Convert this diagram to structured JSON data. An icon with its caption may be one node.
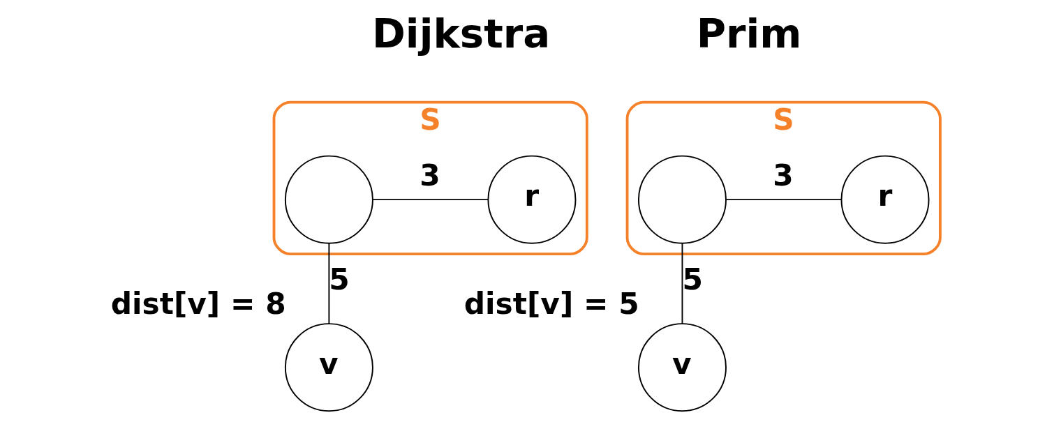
{
  "diagram": {
    "nodes": [
      {
        "text": [
          "S"
        ]
      },
      {
        "text": [],
        "shape": "circle",
        "in": 0
      },
      {
        "text": [
          "r"
        ],
        "in": 0
      },
      {
        "text": [
          "v"
        ],
        "beside": [
          "dist[v] = 8"
        ]
      },
      {
        "text": [
          "S"
        ]
      },
      {
        "text": [],
        "shape": "circle",
        "in": 4
      },
      {
        "text": [
          "r"
        ],
        "in": 4
      },
      {
        "text": [
          "v"
        ],
        "beside": [
          "dist[v] = 5"
        ]
      }
    ],
    "edges": [
      {
        "from": 2,
        "to": 1,
        "arrow": "none",
        "label": "3"
      },
      {
        "from": 1,
        "to": 3,
        "arrow": "none",
        "label": "5"
      },
      {
        "from": 6,
        "to": 5,
        "arrow": "none",
        "label": "3"
      },
      {
        "from": 5,
        "to": 7,
        "arrow": "none",
        "label": "5"
      }
    ],
    "labels": [
      "Dijkstra",
      "Prim"
    ]
  }
}
